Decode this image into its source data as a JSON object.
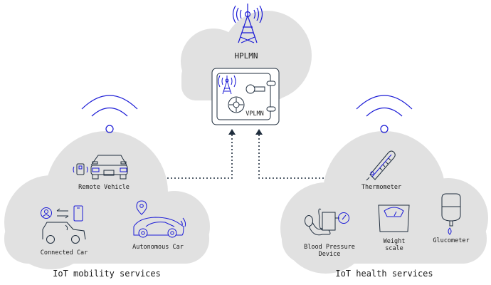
{
  "top": {
    "network_label": "HPLMN",
    "vault_label": "VPLMN"
  },
  "mobility": {
    "caption": "IoT mobility services",
    "items": [
      {
        "label": "Remote Vehicle"
      },
      {
        "label": "Connected Car"
      },
      {
        "label": "Autonomous Car"
      }
    ]
  },
  "health": {
    "caption": "IoT health services",
    "items": [
      {
        "label": "Thermometer"
      },
      {
        "label": "Blood Pressure\nDevice"
      },
      {
        "label": "Weight\nscale"
      },
      {
        "label": "Glucometer"
      }
    ]
  },
  "colors": {
    "cloud": "#e1e1e1",
    "accent": "#1a1ad6",
    "ink": "#1f2d3d"
  }
}
